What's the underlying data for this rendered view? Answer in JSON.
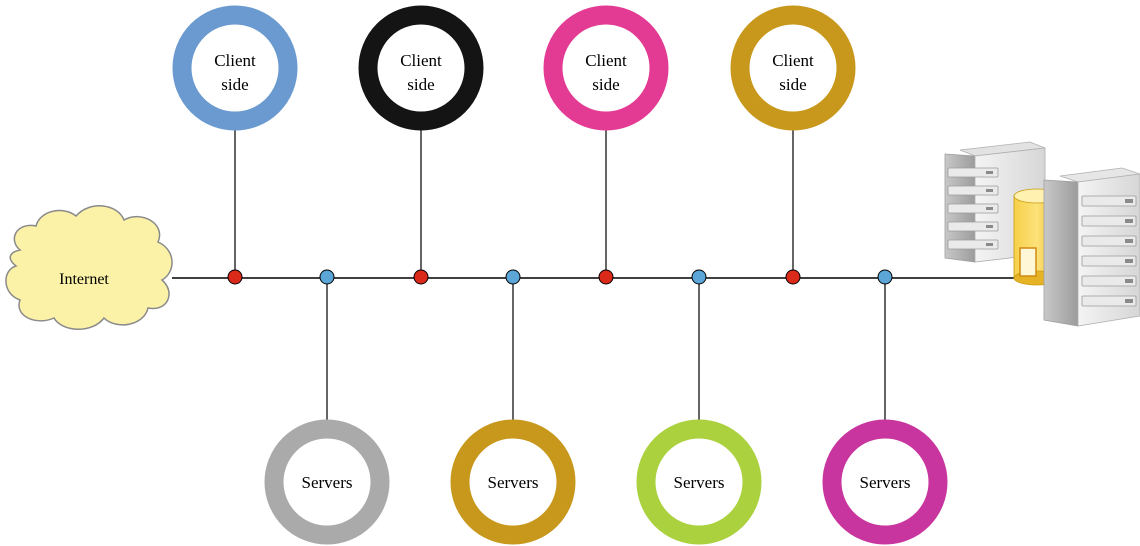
{
  "internet": {
    "label": "Internet",
    "fill": "#FBF1A7",
    "stroke": "#8A8A8A"
  },
  "backbone": {
    "stroke": "#000000"
  },
  "clients": [
    {
      "line1": "Client",
      "line2": "side",
      "ring": "#6A9ACF"
    },
    {
      "line1": "Client",
      "line2": "side",
      "ring": "#141414"
    },
    {
      "line1": "Client",
      "line2": "side",
      "ring": "#E33A93"
    },
    {
      "line1": "Client",
      "line2": "side",
      "ring": "#C8981C"
    }
  ],
  "servers": [
    {
      "label": "Servers",
      "ring": "#AAAAAA"
    },
    {
      "label": "Servers",
      "ring": "#C8981C"
    },
    {
      "label": "Servers",
      "ring": "#ABD13F"
    },
    {
      "label": "Servers",
      "ring": "#C9359E"
    }
  ],
  "junctions": {
    "client_color": "#DC2A1A",
    "server_color": "#5BA6D6"
  },
  "server_rack_icon": "server-rack-with-database-icon"
}
